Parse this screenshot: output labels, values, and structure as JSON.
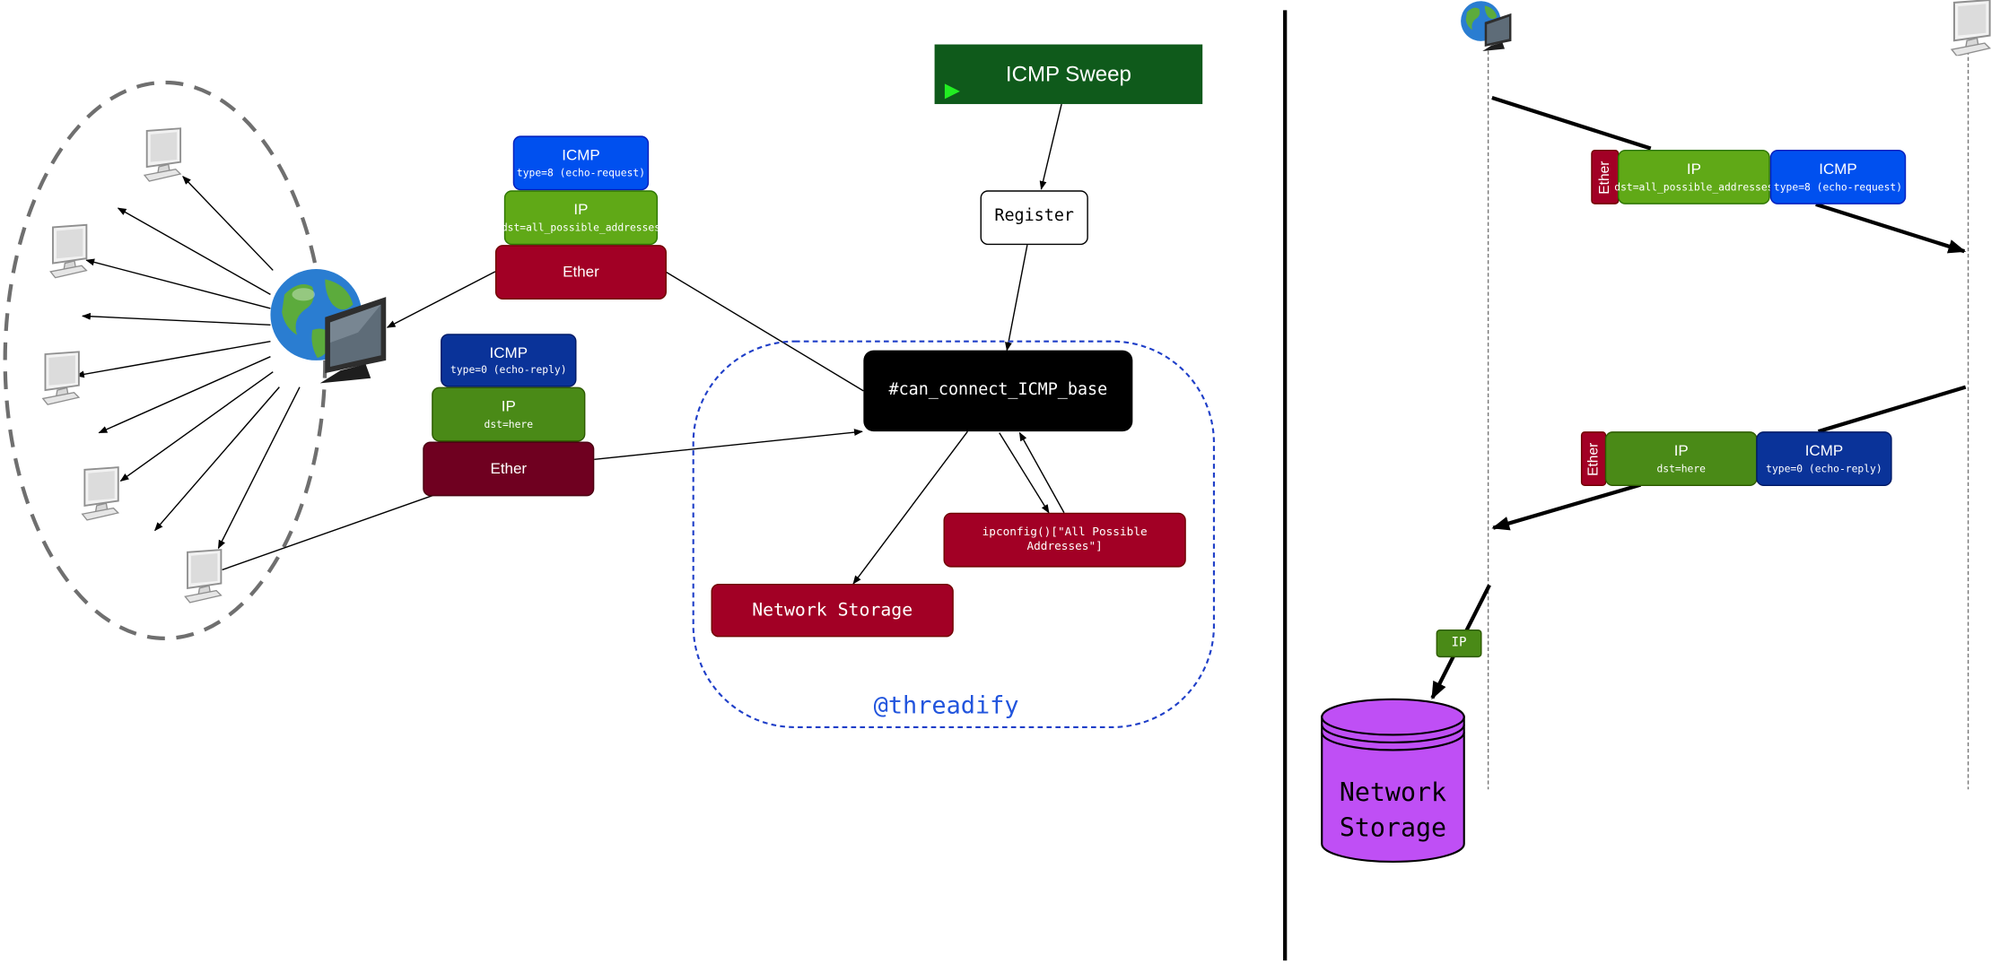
{
  "header": {
    "title": "ICMP Sweep"
  },
  "flow": {
    "register": "Register",
    "base": "#can_connect_ICMP_base",
    "ipconfig": "ipconfig()[\"All Possible Addresses\"]",
    "storage": "Network Storage",
    "threadify": "@threadify"
  },
  "request": {
    "icmp_title": "ICMP",
    "icmp_sub": "type=8 (echo-request)",
    "ip_title": "IP",
    "ip_sub": "dst=all_possible_addresses",
    "ether": "Ether"
  },
  "reply": {
    "icmp_title": "ICMP",
    "icmp_sub": "type=0 (echo-reply)",
    "ip_title": "IP",
    "ip_sub": "dst=here",
    "ether": "Ether"
  },
  "sequence": {
    "req_ether": "Ether",
    "req_ip_title": "IP",
    "req_ip_sub": "dst=all_possible_addresses",
    "req_icmp_title": "ICMP",
    "req_icmp_sub": "type=8 (echo-request)",
    "rep_ether": "Ether",
    "rep_ip_title": "IP",
    "rep_ip_sub": "dst=here",
    "rep_icmp_title": "ICMP",
    "rep_icmp_sub": "type=0 (echo-reply)",
    "ip_tag": "IP",
    "storage_line1": "Network",
    "storage_line2": "Storage"
  },
  "colors": {
    "sweep": "#0f5a1b",
    "icmp_request": "#0050ef",
    "ip_request": "#60a917",
    "ether": "#a20025",
    "icmp_reply": "#0a3399",
    "ip_reply": "#4a8a17",
    "ether_reply": "#6f0020",
    "threadify": "#2255dd",
    "storage_cylinder": "#bf4ff5"
  },
  "icons": [
    "globe-computer-icon",
    "monitor-icon",
    "play-icon"
  ]
}
